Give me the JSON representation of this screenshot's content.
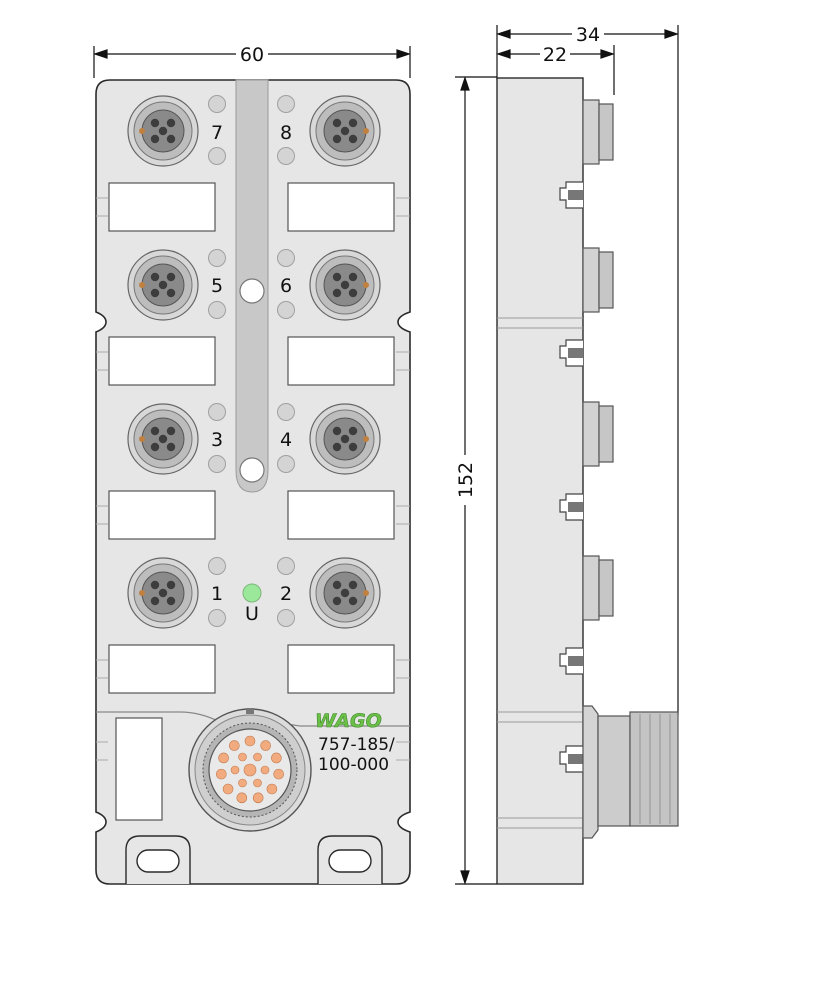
{
  "dimensions": {
    "width_front": "60",
    "height": "152",
    "depth_total": "34",
    "depth_body": "22"
  },
  "ports": [
    {
      "number": "7"
    },
    {
      "number": "8"
    },
    {
      "number": "5"
    },
    {
      "number": "6"
    },
    {
      "number": "3"
    },
    {
      "number": "4"
    },
    {
      "number": "1"
    },
    {
      "number": "2"
    }
  ],
  "status_led_label": "U",
  "brand": "WAGO",
  "model_line1": "757-185/",
  "model_line2": "100-000",
  "colors": {
    "housing": "#e6e6e6",
    "outline": "#2a2a2a",
    "channel": "#c8c8c8",
    "connector_ring": "#bdbdbd",
    "pin_socket": "#777777",
    "led_off": "#d4d4d4",
    "led_power": "#9be89b",
    "brand_green": "#6cc04a",
    "bus_pins": "#f2ab7e"
  }
}
